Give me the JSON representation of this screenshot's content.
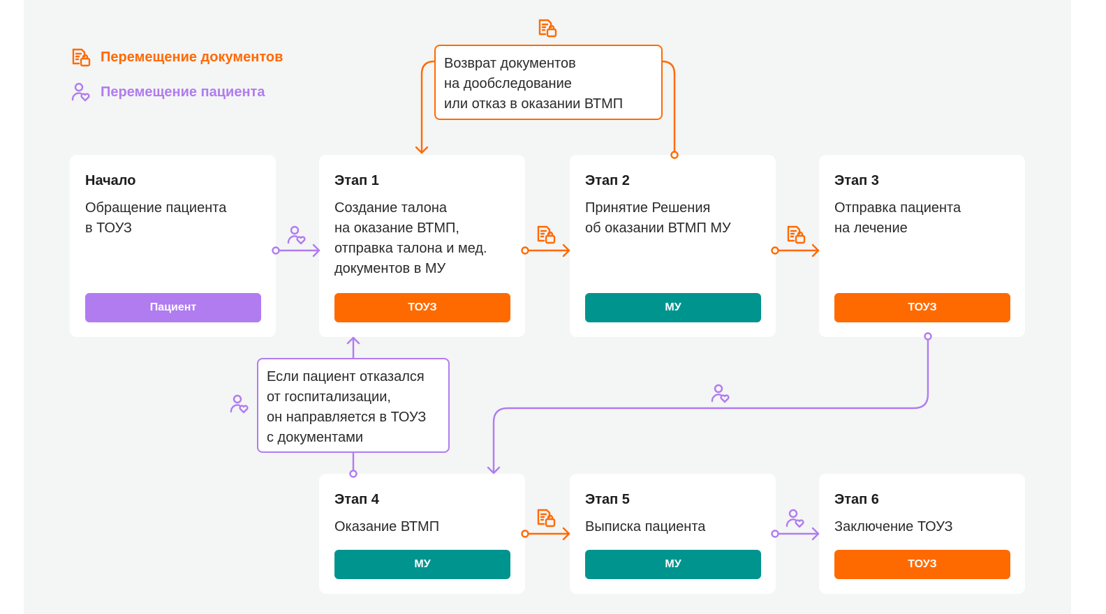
{
  "colors": {
    "documents": "#ff6a00",
    "patient": "#b07cf0",
    "teal": "#00948f",
    "background": "#f4f5f5"
  },
  "legend": {
    "documents": "Перемещение документов",
    "patient": "Перемещение пациента"
  },
  "stages": {
    "start": {
      "title": "Начало",
      "text": "Обращение пациента\nв ТОУЗ",
      "tag": "Пациент"
    },
    "s1": {
      "title": "Этап 1",
      "text": "Создание талона\nна оказание ВТМП,\nотправка талона и мед.\nдокументов в МУ",
      "tag": "ТОУЗ"
    },
    "s2": {
      "title": "Этап 2",
      "text": "Принятие Решения\nоб оказании ВТМП МУ",
      "tag": "МУ"
    },
    "s3": {
      "title": "Этап 3",
      "text": "Отправка пациента\nна лечение",
      "tag": "ТОУЗ"
    },
    "s4": {
      "title": "Этап 4",
      "text": "Оказание ВТМП",
      "tag": "МУ"
    },
    "s5": {
      "title": "Этап 5",
      "text": "Выписка пациента",
      "tag": "МУ"
    },
    "s6": {
      "title": "Этап 6",
      "text": "Заключение ТОУЗ",
      "tag": "ТОУЗ"
    }
  },
  "notes": {
    "return_docs": "Возврат документов\nна дообследование\nили отказ в оказании ВТМП",
    "refused": "Если пациент отказался\nот госпитализации,\nон направляется в ТОУЗ\nс документами"
  },
  "icons": {
    "documents": "documents-icon",
    "patient": "patient-icon"
  }
}
